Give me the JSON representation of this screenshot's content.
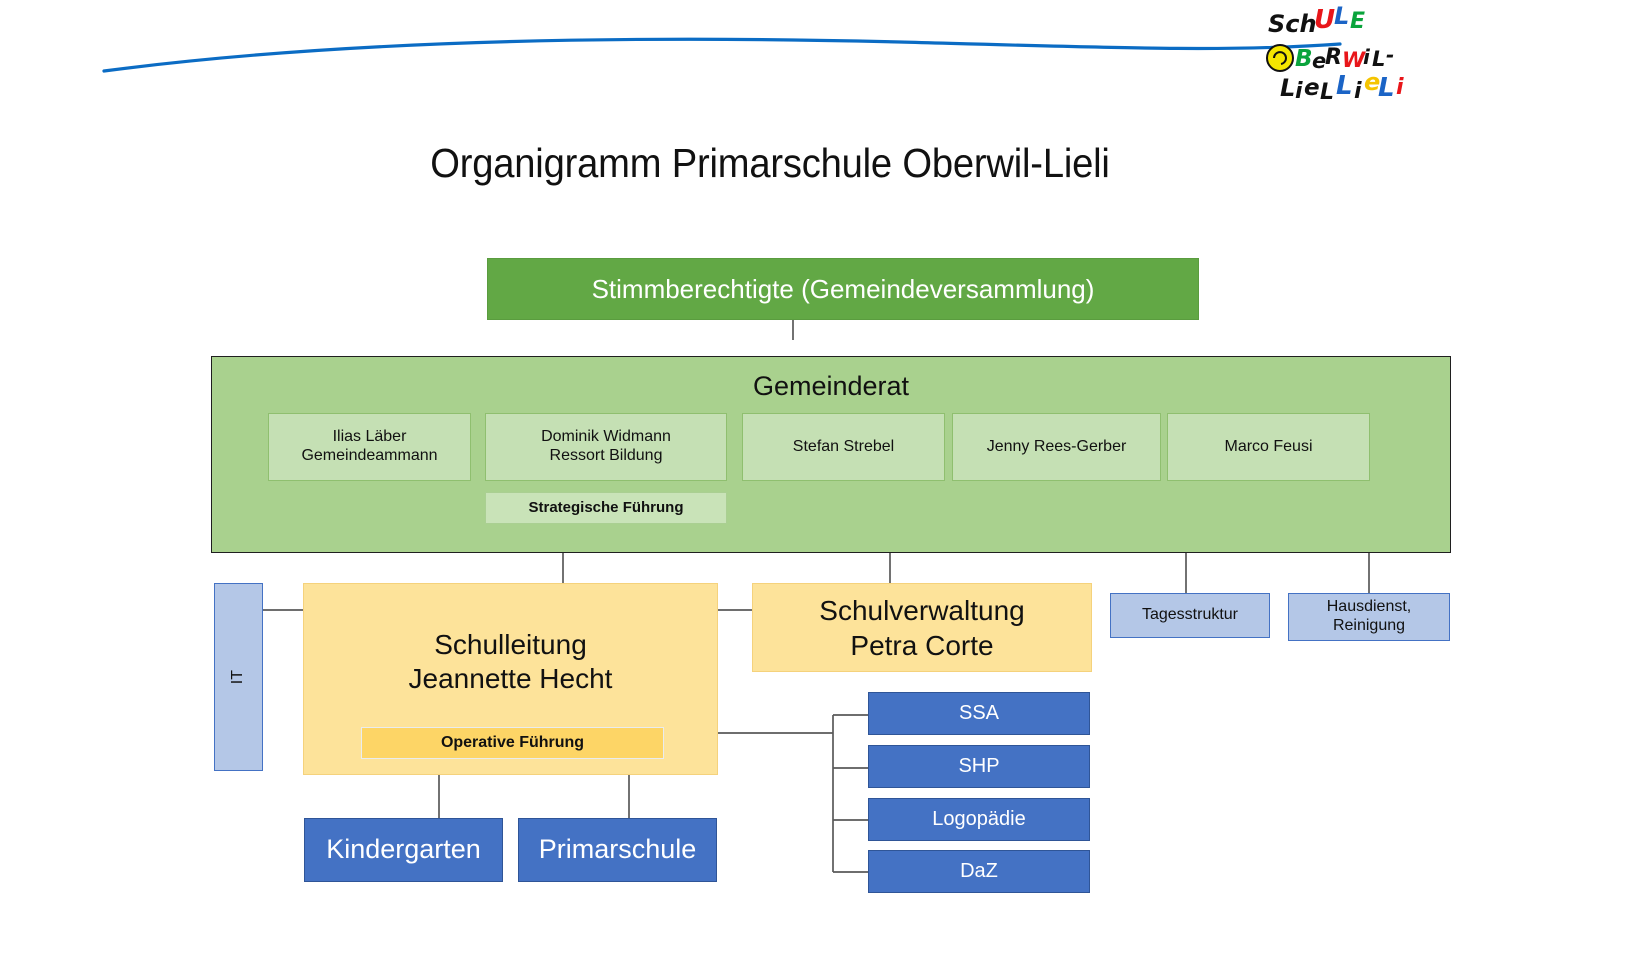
{
  "header": {
    "logo_alt": "Schule Oberwil-Lieli Logo",
    "logo_text_lines": [
      "SchULE",
      "OBERWIL-",
      "LIELI"
    ],
    "wave_color": "#0b6cc4"
  },
  "title": "Organigramm Primarschule Oberwil-Lieli",
  "colors": {
    "green_dark": "#62a845",
    "green_panel": "#a9d18e",
    "green_member": "#c5e0b4",
    "yellow": "#fde39a",
    "yellow_sub": "#fdd566",
    "blue_light": "#b4c7e7",
    "blue_solid": "#4472c4",
    "connector": "#595959"
  },
  "chart_data": {
    "type": "diagram",
    "title": "Organigramm Primarschule Oberwil-Lieli",
    "nodes": [
      {
        "id": "stimmberechtigte",
        "label": "Stimmberechtigte (Gemeindeversammlung)",
        "level": 0,
        "style": "green-dark"
      },
      {
        "id": "gemeinderat",
        "label": "Gemeinderat",
        "level": 1,
        "style": "green-panel"
      },
      {
        "id": "strategische-fuehrung",
        "label": "Strategische Führung",
        "level": 1,
        "style": "green-sub"
      },
      {
        "id": "schulleitung",
        "label": "Schulleitung",
        "sublabel": "Jeannette Hecht",
        "level": 2,
        "style": "yellow"
      },
      {
        "id": "operative-fuehrung",
        "label": "Operative Führung",
        "level": 2,
        "style": "yellow-sub"
      },
      {
        "id": "schulverwaltung",
        "label": "Schulverwaltung",
        "sublabel": "Petra Corte",
        "level": 2,
        "style": "yellow"
      },
      {
        "id": "it",
        "label": "IT",
        "level": 2,
        "style": "blue-light"
      },
      {
        "id": "tagesstruktur",
        "label": "Tagesstruktur",
        "level": 2,
        "style": "blue-light"
      },
      {
        "id": "hausdienst",
        "label": "Hausdienst, Reinigung",
        "level": 2,
        "style": "blue-light"
      },
      {
        "id": "kindergarten",
        "label": "Kindergarten",
        "level": 3,
        "style": "blue-solid"
      },
      {
        "id": "primarschule",
        "label": "Primarschule",
        "level": 3,
        "style": "blue-solid"
      },
      {
        "id": "ssa",
        "label": "SSA",
        "level": 3,
        "style": "blue-solid"
      },
      {
        "id": "shp",
        "label": "SHP",
        "level": 3,
        "style": "blue-solid"
      },
      {
        "id": "logopaedie",
        "label": "Logopädie",
        "level": 3,
        "style": "blue-solid"
      },
      {
        "id": "daz",
        "label": "DaZ",
        "level": 3,
        "style": "blue-solid"
      }
    ],
    "edges": [
      [
        "stimmberechtigte",
        "gemeinderat"
      ],
      [
        "gemeinderat",
        "schulleitung"
      ],
      [
        "gemeinderat",
        "schulverwaltung"
      ],
      [
        "gemeinderat",
        "tagesstruktur"
      ],
      [
        "gemeinderat",
        "hausdienst"
      ],
      [
        "schulleitung",
        "it"
      ],
      [
        "schulleitung",
        "schulverwaltung"
      ],
      [
        "schulleitung",
        "kindergarten"
      ],
      [
        "schulleitung",
        "primarschule"
      ],
      [
        "schulleitung",
        "ssa"
      ],
      [
        "schulleitung",
        "shp"
      ],
      [
        "schulleitung",
        "logopaedie"
      ],
      [
        "schulleitung",
        "daz"
      ]
    ]
  },
  "top": {
    "stimmberechtigte": "Stimmberechtigte (Gemeindeversammlung)"
  },
  "gemeinderat": {
    "title": "Gemeinderat",
    "strategische_fuehrung": "Strategische Führung",
    "members": [
      {
        "name": "Ilias Läber",
        "role": "Gemeindeammann"
      },
      {
        "name": "Dominik Widmann",
        "role": "Ressort Bildung"
      },
      {
        "name": "Stefan Strebel",
        "role": ""
      },
      {
        "name": "Jenny Rees-Gerber",
        "role": ""
      },
      {
        "name": "Marco Feusi",
        "role": ""
      }
    ]
  },
  "operations": {
    "it": "IT",
    "schulleitung_title": "Schulleitung",
    "schulleitung_person": "Jeannette Hecht",
    "operative_fuehrung": "Operative Führung",
    "schulverwaltung_title": "Schulverwaltung",
    "schulverwaltung_person": "Petra Corte",
    "tagesstruktur": "Tagesstruktur",
    "hausdienst_line1": "Hausdienst,",
    "hausdienst_line2": "Reinigung"
  },
  "schools": [
    {
      "label": "Kindergarten"
    },
    {
      "label": "Primarschule"
    }
  ],
  "services": [
    {
      "label": "SSA"
    },
    {
      "label": "SHP"
    },
    {
      "label": "Logopädie"
    },
    {
      "label": "DaZ"
    }
  ]
}
